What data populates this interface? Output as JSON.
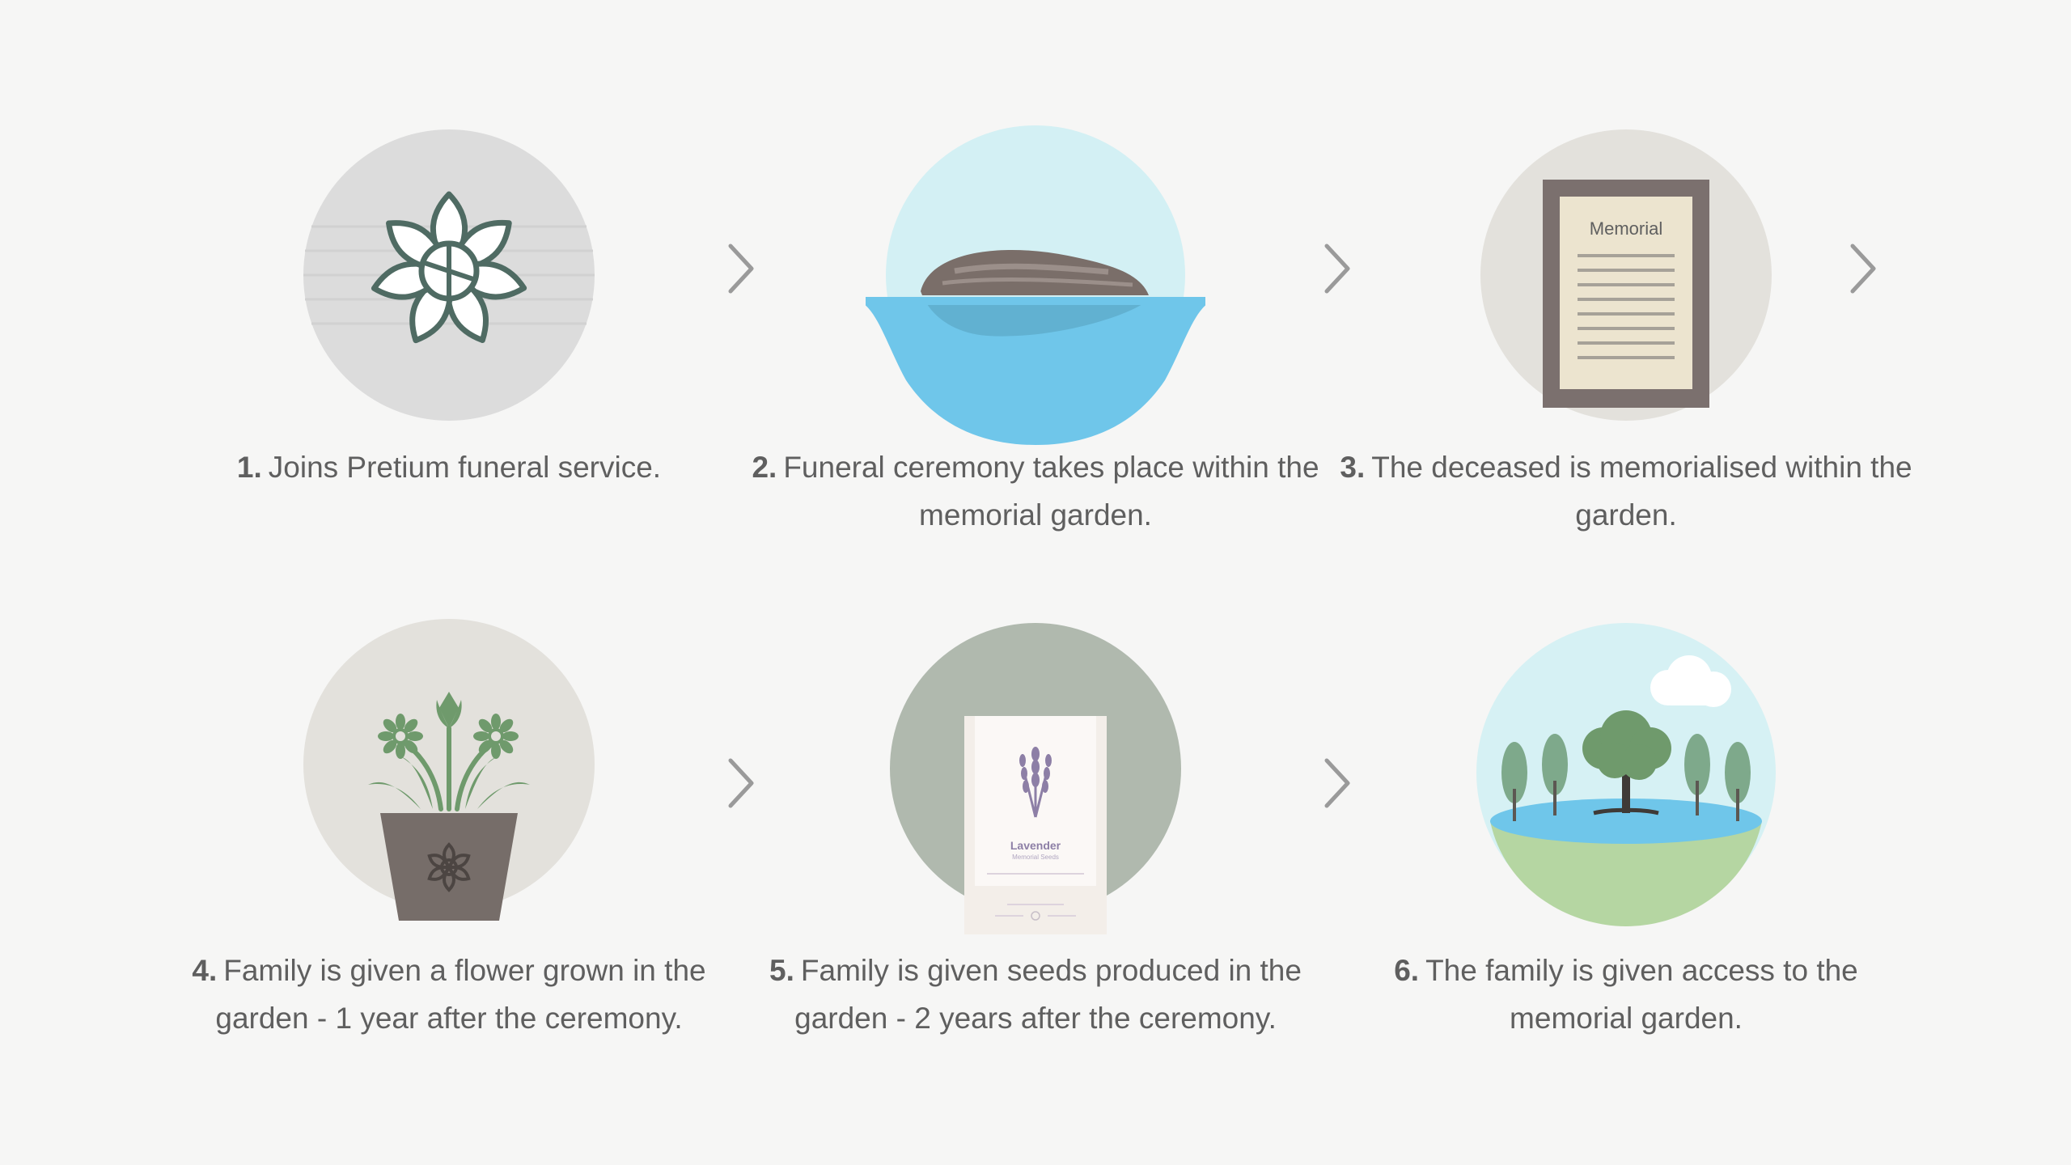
{
  "steps": [
    {
      "number": "1.",
      "text": "Joins Pretium funeral  service."
    },
    {
      "number": "2.",
      "text": "Funeral ceremony takes place within the memorial garden."
    },
    {
      "number": "3.",
      "text": "The deceased is memorialised within the garden."
    },
    {
      "number": "4.",
      "text": "Family is given a flower grown in the garden - 1 year after the ceremony."
    },
    {
      "number": "5.",
      "text": "Family is given seeds produced in the garden - 2 years  after the ceremony."
    },
    {
      "number": "6.",
      "text": "The family is given access to the memorial garden."
    }
  ],
  "labels": {
    "memorial_plaque": "Memorial",
    "seed_packet_title": "Lavender",
    "seed_packet_subtitle": "Memorial Seeds"
  },
  "icons": {
    "step1": "flower-icon",
    "step2": "stone-on-water-icon",
    "step3": "memorial-plaque-icon",
    "step4": "potted-flowers-icon",
    "step5": "seed-packet-icon",
    "step6": "garden-island-icon",
    "arrow": "chevron-right-icon"
  },
  "colors": {
    "background": "#f6f6f5",
    "text": "#5f5f5f",
    "arrow": "#9a9a9a",
    "water": "#6fc6ea",
    "sky": "#d3f0f4",
    "stone": "#7a6e69",
    "frame": "#7b706e",
    "paper": "#ece4cf",
    "leaf_green": "#6f9a6c",
    "pot": "#766d69",
    "sage_circle": "#b0b9ae",
    "grey_circle": "#dcdcdc",
    "beige_circle": "#e3e1dc"
  }
}
